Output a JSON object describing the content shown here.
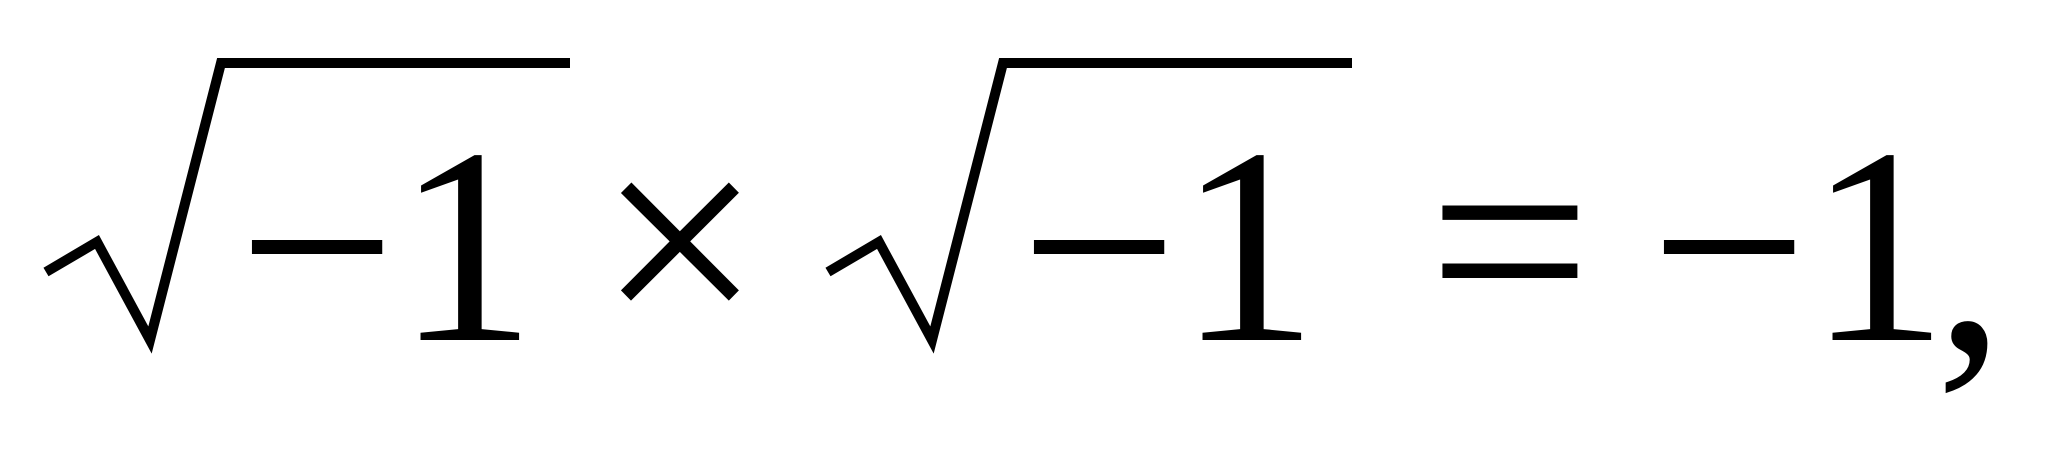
{
  "equation": {
    "radicand_1": "−1",
    "operator_times": "×",
    "radicand_2": "−1",
    "operator_equals": "=",
    "result": "−1",
    "trailing_punctuation": ","
  },
  "colors": {
    "ink": "#000000",
    "background": "#ffffff"
  }
}
